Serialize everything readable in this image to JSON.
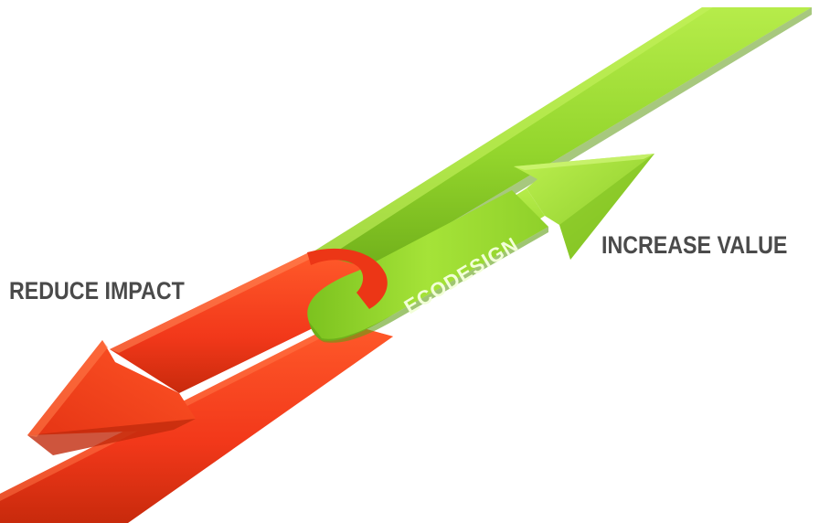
{
  "labels": {
    "increase": "INCREASE VALUE",
    "reduce": "REDUCE IMPACT",
    "center": "ECODESIGN"
  },
  "colors": {
    "green_light": "#a6e33a",
    "green_mid": "#8fd02a",
    "green_dark": "#5f9e14",
    "red_light": "#ff4a1c",
    "red_mid": "#f03a14",
    "red_dark": "#b8260a",
    "label_text": "#4a4a4a",
    "background": "#ffffff"
  }
}
